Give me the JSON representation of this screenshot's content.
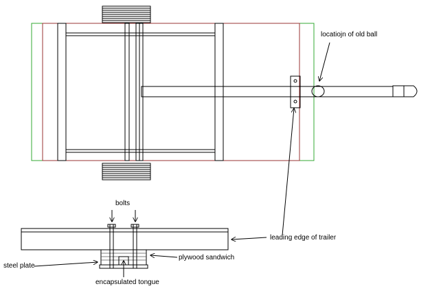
{
  "labels": {
    "old_ball": "locatiojn of old ball",
    "bolts": "bolts",
    "leading_edge": "leading edge of trailer",
    "steel_plate": "steel plate",
    "plywood": "plywood sandwich",
    "tongue": "encapsulated tongue"
  },
  "colors": {
    "outer_frame": "#33aa33",
    "deck": "#993333",
    "line": "#000000",
    "tire": "#000000"
  }
}
